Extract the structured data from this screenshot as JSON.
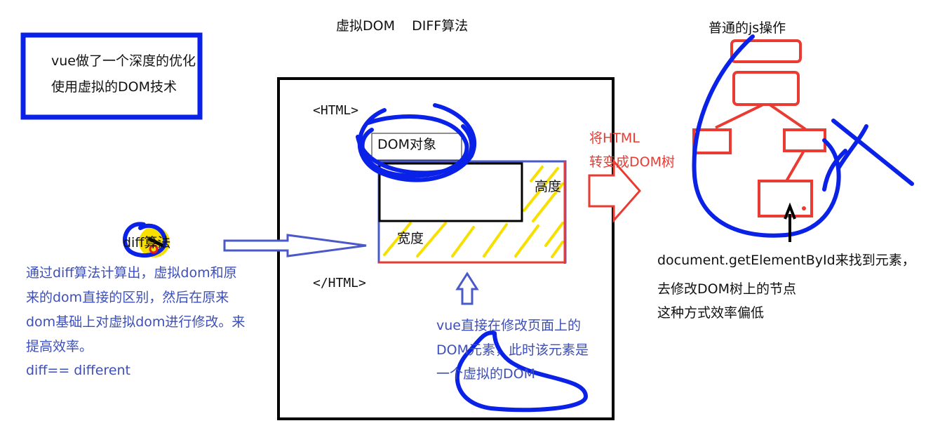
{
  "title": "虚拟DOM    DIFF算法",
  "top_left_note": {
    "line1": "vue做了一个深度的优化",
    "line2": "使用虚拟的DOM技术"
  },
  "center_box": {
    "html_open": "<HTML>",
    "html_close": "</HTML>",
    "dom_object": "DOM对象",
    "height_label": "高度",
    "width_label": "宽度"
  },
  "diff_label": "diff算法",
  "diff_explanation": [
    "通过diff算法计算出，虚拟dom和原",
    "来的dom直接的区别，然后在原来",
    "dom基础上对虚拟dom进行修改。来",
    "提高效率。",
    "diff== different"
  ],
  "vue_note": [
    "vue直接在修改页面上的",
    "DOM元素，此时该元素是",
    "一个虚拟的DOM"
  ],
  "convert_note": [
    "将HTML",
    "转变成DOM树"
  ],
  "right_title": "普通的js操作",
  "right_note": [
    "document.getElementById来找到元素，",
    "去修改DOM树上的节点",
    "这种方式效率偏低"
  ],
  "colors": {
    "blue_ink": "#0a21e8",
    "red_ink": "#ea3b32",
    "yellow_ink": "#f7e000",
    "black": "#000000",
    "blue_text": "#3d4fb8"
  }
}
